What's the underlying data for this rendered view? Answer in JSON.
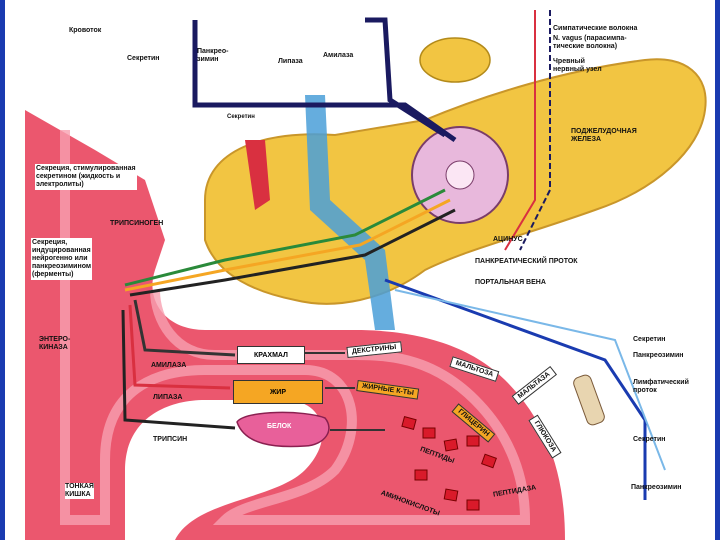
{
  "top_left": {
    "bloodstream": "Кровоток",
    "secretin": "Секретин",
    "pancreozymin": "Панкрео-\nзимин",
    "lipase": "Липаза",
    "amylase": "Амилаза",
    "secretin_small": "Секретин"
  },
  "top_right": {
    "sympathetic": "Симпатические волокна",
    "vagus": "N. vagus (парасимпа-\nтические волокна)",
    "celiac": "Чревный\nнервный узел"
  },
  "pancreas": {
    "gland": "ПОДЖЕЛУДОЧНАЯ\nЖЕЛЕЗА",
    "acinus": "АЦИНУС",
    "duct": "ПАНКРЕАТИЧЕСКИЙ ПРОТОК",
    "portal_vein": "ПОРТАЛЬНАЯ ВЕНА"
  },
  "left_notes": {
    "secretin_stimulated": "Секреция, стимулированная\nсекретином (жидкость и\nэлектролиты)",
    "trypsinogen": "ТРИПСИНОГЕН",
    "pancreozymin_secretion": "Секреция,\nиндуцированная\nнейрогенно или\nпанкреозимином\n(ферменты)",
    "enterokinase": "ЭНТЕРО-\nКИНАЗА",
    "intestine": "ТОНКАЯ\nКИШКА"
  },
  "enzymes": {
    "amylase": "АМИЛАЗА",
    "lipase": "ЛИПАЗА",
    "trypsin": "ТРИПСИН"
  },
  "substrates": {
    "starch": "КРАХМАЛ",
    "fat": "ЖИР",
    "protein": "БЕЛОК"
  },
  "products": {
    "dextrins": "ДЕКСТРИНЫ",
    "maltose": "МАЛЬТОЗА",
    "maltase": "МАЛЬТАЗА",
    "glucose": "ГЛЮКОЗА",
    "fatty_acids": "ЖИРНЫЕ К-ТЫ",
    "glycerol": "ГЛИЦЕРИН",
    "peptides": "ПЕПТИДЫ",
    "peptidase": "ПЕПТИДАЗА",
    "amino_acids": "АМИНОКИСЛОТЫ"
  },
  "right_labels": {
    "secretin": "Секретин",
    "pancreozymin": "Панкреозимин",
    "lymph": "Лимфатический\nпроток",
    "secretin2": "Секретин",
    "pancreozymin2": "Панкреозимин"
  },
  "colors": {
    "intestine": "#e8405a",
    "pancreas": "#f2c542",
    "portal_vein": "#4a9fd8",
    "fat_box": "#f5a623",
    "protein_blob": "#e8609a",
    "frame": "#1a3bb0"
  }
}
